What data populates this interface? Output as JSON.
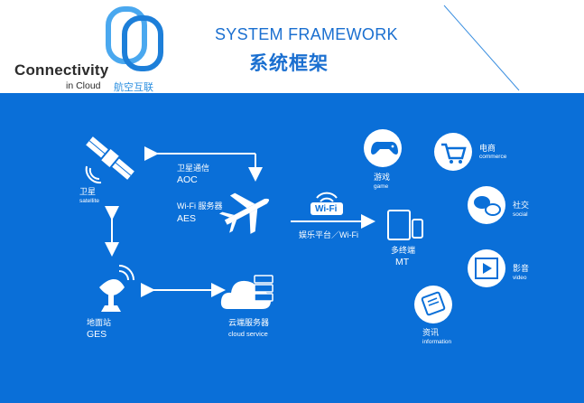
{
  "header": {
    "logo_line1": "Connectivity",
    "logo_line2": "in Cloud",
    "logo_cn": "航空互联",
    "title_en": "SYSTEM FRAMEWORK",
    "title_cn": "系统框架"
  },
  "nodes": {
    "satellite": {
      "cn": "卫星",
      "en": "satellite"
    },
    "ground": {
      "cn": "地面站",
      "en": "GES"
    },
    "aoc": {
      "cn": "卫星通信",
      "en": "AOC"
    },
    "aes": {
      "cn": "Wi-Fi 服务器",
      "en": "AES"
    },
    "cloud": {
      "cn": "云端服务器",
      "en": "cloud service"
    },
    "wifi_badge": "Wi-Fi",
    "link": "娱乐平台／Wi-Fi",
    "mt": {
      "cn": "多终端",
      "en": "MT"
    }
  },
  "services": {
    "game": {
      "cn": "游戏",
      "en": "game"
    },
    "commerce": {
      "cn": "电商",
      "en": "commerce"
    },
    "social": {
      "cn": "社交",
      "en": "social"
    },
    "video": {
      "cn": "影音",
      "en": "video"
    },
    "information": {
      "cn": "资讯",
      "en": "information"
    }
  },
  "colors": {
    "panel": "#0a6fd8",
    "title": "#1a6fd0",
    "logo_blue": "#2c8fe0"
  }
}
